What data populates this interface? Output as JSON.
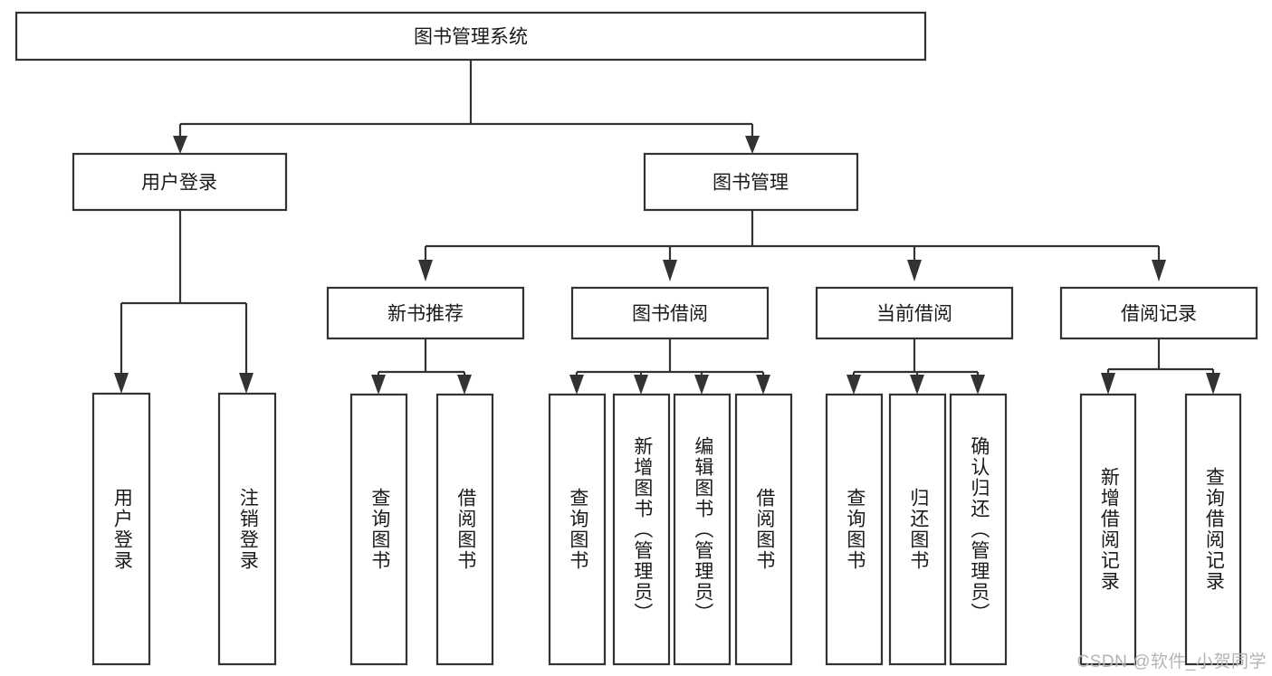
{
  "diagram": {
    "type": "tree-hierarchy",
    "title": "图书管理系统",
    "watermark": "CSDN @软件_小贺同学",
    "colors": {
      "stroke": "#333333",
      "box_fill": "#ffffff",
      "text": "#1a1a1a",
      "background": "#ffffff",
      "watermark": "#b4b4b4"
    },
    "levels": {
      "root": {
        "label": "图书管理系统"
      },
      "modules": [
        {
          "label": "用户登录"
        },
        {
          "label": "图书管理"
        }
      ],
      "submodules": [
        {
          "label": "新书推荐"
        },
        {
          "label": "图书借阅"
        },
        {
          "label": "当前借阅"
        },
        {
          "label": "借阅记录"
        }
      ],
      "leaves": [
        {
          "label": "用户登录",
          "parent": "用户登录"
        },
        {
          "label": "注销登录",
          "parent": "用户登录"
        },
        {
          "label": "查询图书",
          "parent": "新书推荐"
        },
        {
          "label": "借阅图书",
          "parent": "新书推荐"
        },
        {
          "label": "查询图书",
          "parent": "图书借阅"
        },
        {
          "label": "新增图书（管理员）",
          "parent": "图书借阅"
        },
        {
          "label": "编辑图书（管理员）",
          "parent": "图书借阅"
        },
        {
          "label": "借阅图书",
          "parent": "图书借阅"
        },
        {
          "label": "查询图书",
          "parent": "当前借阅"
        },
        {
          "label": "归还图书",
          "parent": "当前借阅"
        },
        {
          "label": "确认归还（管理员）",
          "parent": "当前借阅"
        },
        {
          "label": "新增借阅记录",
          "parent": "借阅记录"
        },
        {
          "label": "查询借阅记录",
          "parent": "借阅记录"
        }
      ]
    }
  }
}
